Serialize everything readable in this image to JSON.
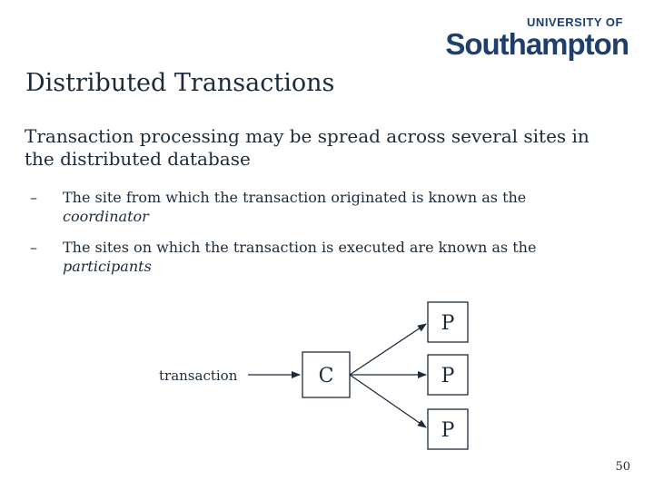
{
  "logo": {
    "top": "UNIVERSITY OF",
    "main": "Southampton"
  },
  "title": "Distributed Transactions",
  "intro": "Transaction processing may be spread across several sites in the distributed database",
  "bullets": [
    {
      "dash": "–",
      "text": "The site from which the transaction originated is known as the",
      "term": "coordinator"
    },
    {
      "dash": "–",
      "text": "The sites on which the transaction is executed are known as the",
      "term": "participants"
    }
  ],
  "diagram": {
    "input_label": "transaction",
    "coordinator_label": "C",
    "participant_labels": [
      "P",
      "P",
      "P"
    ]
  },
  "page_number": "50"
}
